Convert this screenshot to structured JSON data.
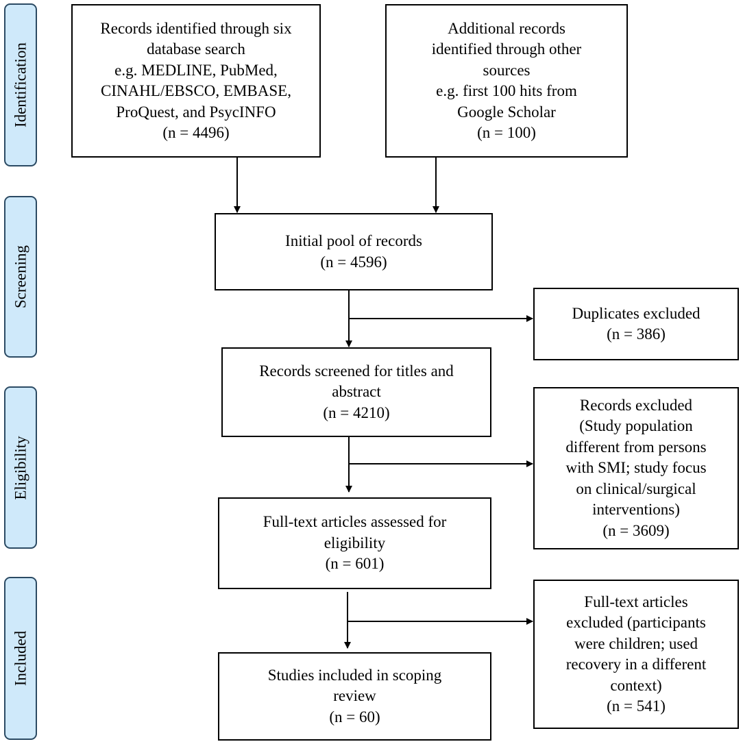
{
  "stages": [
    {
      "id": "identification",
      "label": "Identification"
    },
    {
      "id": "screening",
      "label": "Screening"
    },
    {
      "id": "eligibility",
      "label": "Eligibility"
    },
    {
      "id": "included",
      "label": "Included"
    }
  ],
  "boxes": {
    "database_search": "Records identified through six\ndatabase search\ne.g. MEDLINE, PubMed,\nCINAHL/EBSCO, EMBASE,\nProQuest, and PsycINFO\n(n = 4496)",
    "other_sources": "Additional records\nidentified through other\nsources\ne.g. first 100 hits from\nGoogle Scholar\n(n = 100)",
    "initial_pool": "Initial pool of records\n(n = 4596)",
    "duplicates_excluded": "Duplicates excluded\n(n = 386)",
    "screened": "Records screened for titles and\nabstract\n(n = 4210)",
    "records_excluded": "Records excluded\n(Study population\ndifferent from persons\nwith SMI; study focus\non clinical/surgical\ninterventions)\n(n = 3609)",
    "full_text_assessed": "Full-text articles assessed for\neligibility\n(n = 601)",
    "full_text_excluded": "Full-text articles\nexcluded (participants\nwere children; used\nrecovery in a different\ncontext)\n(n = 541)",
    "studies_included": "Studies included in scoping\nreview\n(n = 60)"
  },
  "colors": {
    "stage_fill": "#cfe9fa",
    "stage_border": "#2b4a63",
    "box_border": "#000000",
    "arrow": "#000000"
  }
}
